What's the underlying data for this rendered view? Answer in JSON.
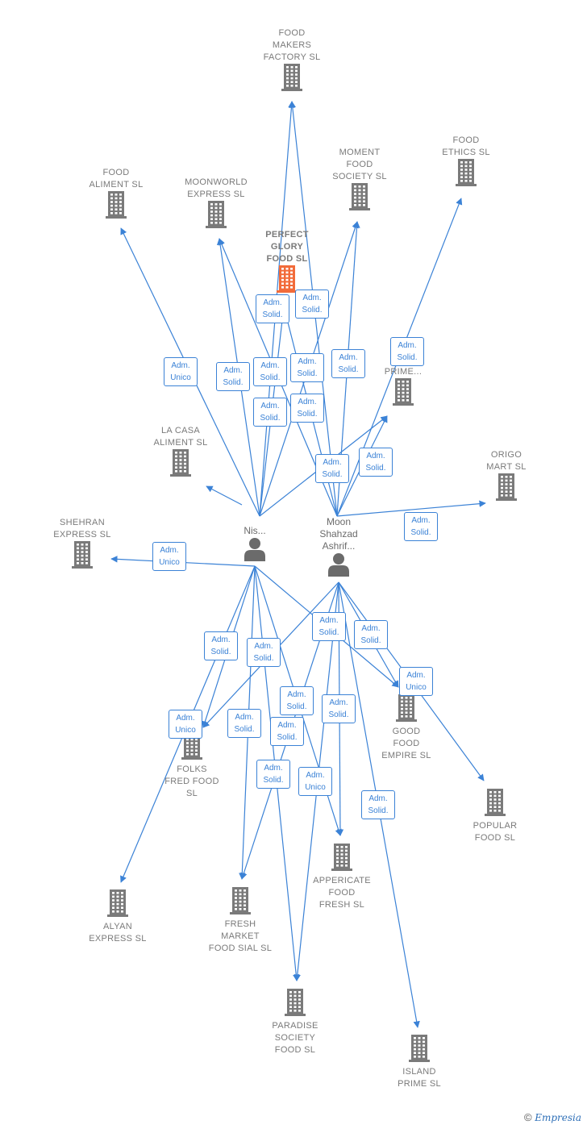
{
  "colors": {
    "edge": "#3b82d6",
    "building": "#7a7a7a",
    "highlight": "#f26b3a",
    "person": "#6b6b6b"
  },
  "people": [
    {
      "id": "nis",
      "name": "Nis...",
      "icon": "person-icon"
    },
    {
      "id": "moon",
      "name": "Moon\nShahzad\nAshrif...",
      "icon": "person-icon"
    }
  ],
  "companies": [
    {
      "id": "food_makers",
      "name": "FOOD\nMAKERS\nFACTORY SL"
    },
    {
      "id": "food_ethics",
      "name": "FOOD\nETHICS SL"
    },
    {
      "id": "food_aliment",
      "name": "FOOD\nALIMENT SL"
    },
    {
      "id": "moonworld",
      "name": "MOONWORLD\nEXPRESS SL"
    },
    {
      "id": "moment_food",
      "name": "MOMENT\nFOOD\nSOCIETY SL"
    },
    {
      "id": "perfect_glory",
      "name": "PERFECT\nGLORY\nFOOD SL",
      "highlight": true
    },
    {
      "id": "e_prime",
      "name": "E...\nPRIME..."
    },
    {
      "id": "la_casa",
      "name": "LA CASA\nALIMENT SL"
    },
    {
      "id": "origo",
      "name": "ORIGO\nMART SL"
    },
    {
      "id": "shehran",
      "name": "SHEHRAN\nEXPRESS SL"
    },
    {
      "id": "good_food",
      "name": "GOOD\nFOOD\nEMPIRE SL"
    },
    {
      "id": "folks_fred",
      "name": "FOLKS\nFRED FOOD\nSL"
    },
    {
      "id": "popular",
      "name": "POPULAR\nFOOD SL"
    },
    {
      "id": "appericate",
      "name": "APPERICATE\nFOOD\nFRESH SL"
    },
    {
      "id": "alyan",
      "name": "ALYAN\nEXPRESS SL"
    },
    {
      "id": "fresh_market",
      "name": "FRESH\nMARKET\nFOOD SIAL SL"
    },
    {
      "id": "paradise",
      "name": "PARADISE\nSOCIETY\nFOOD SL"
    },
    {
      "id": "island",
      "name": "ISLAND\nPRIME SL"
    }
  ],
  "relations": [
    {
      "label": "Adm.\nUnico",
      "from": "nis",
      "to": "food_aliment"
    },
    {
      "label": "Adm.\nSolid.",
      "from": "nis",
      "to": "moonworld"
    },
    {
      "label": "Adm.\nSolid.",
      "from": "nis",
      "to": "food_makers"
    },
    {
      "label": "Adm.\nSolid.",
      "from": "nis",
      "to": "perfect_glory"
    },
    {
      "label": "Adm.\nSolid.",
      "from": "nis",
      "to": "moment_food"
    },
    {
      "label": "Adm.\nSolid.",
      "from": "nis",
      "to": "e_prime"
    },
    {
      "label": "Adm.\nSolid.",
      "from": "moon",
      "to": "food_makers"
    },
    {
      "label": "Adm.\nSolid.",
      "from": "moon",
      "to": "perfect_glory"
    },
    {
      "label": "Adm.\nSolid.",
      "from": "moon",
      "to": "moonworld"
    },
    {
      "label": "Adm.\nSolid.",
      "from": "moon",
      "to": "moment_food"
    },
    {
      "label": "Adm.\nSolid.",
      "from": "moon",
      "to": "e_prime"
    },
    {
      "label": "Adm.\nSolid.",
      "from": "moon",
      "to": "food_ethics"
    },
    {
      "label": "Adm.\nSolid.",
      "from": "moon",
      "to": "origo"
    },
    {
      "label": "Adm.\nUnico",
      "from": "nis",
      "to": "shehran"
    },
    {
      "label": "Adm.\nSolid.",
      "from": "nis",
      "to": "folks_fred"
    },
    {
      "label": "Adm.\nSolid.",
      "from": "moon",
      "to": "folks_fred"
    },
    {
      "label": "Adm.\nSolid.",
      "from": "nis",
      "to": "fresh_market"
    },
    {
      "label": "Adm.\nSolid.",
      "from": "moon",
      "to": "fresh_market"
    },
    {
      "label": "Adm.\nSolid.",
      "from": "nis",
      "to": "appericate"
    },
    {
      "label": "Adm.\nSolid.",
      "from": "moon",
      "to": "appericate"
    },
    {
      "label": "Adm.\nSolid.",
      "from": "nis",
      "to": "paradise"
    },
    {
      "label": "Adm.\nUnico",
      "from": "moon",
      "to": "paradise"
    },
    {
      "label": "Adm.\nSolid.",
      "from": "moon",
      "to": "good_food"
    },
    {
      "label": "Adm.\nSolid.",
      "from": "nis",
      "to": "good_food"
    },
    {
      "label": "Adm.\nUnico",
      "from": "moon",
      "to": "popular"
    },
    {
      "label": "Adm.\nSolid.",
      "from": "moon",
      "to": "island"
    },
    {
      "label": "Adm.\nUnico",
      "from": "nis",
      "to": "alyan"
    }
  ],
  "footer": {
    "copyright": "©",
    "brand": "Empresia"
  }
}
